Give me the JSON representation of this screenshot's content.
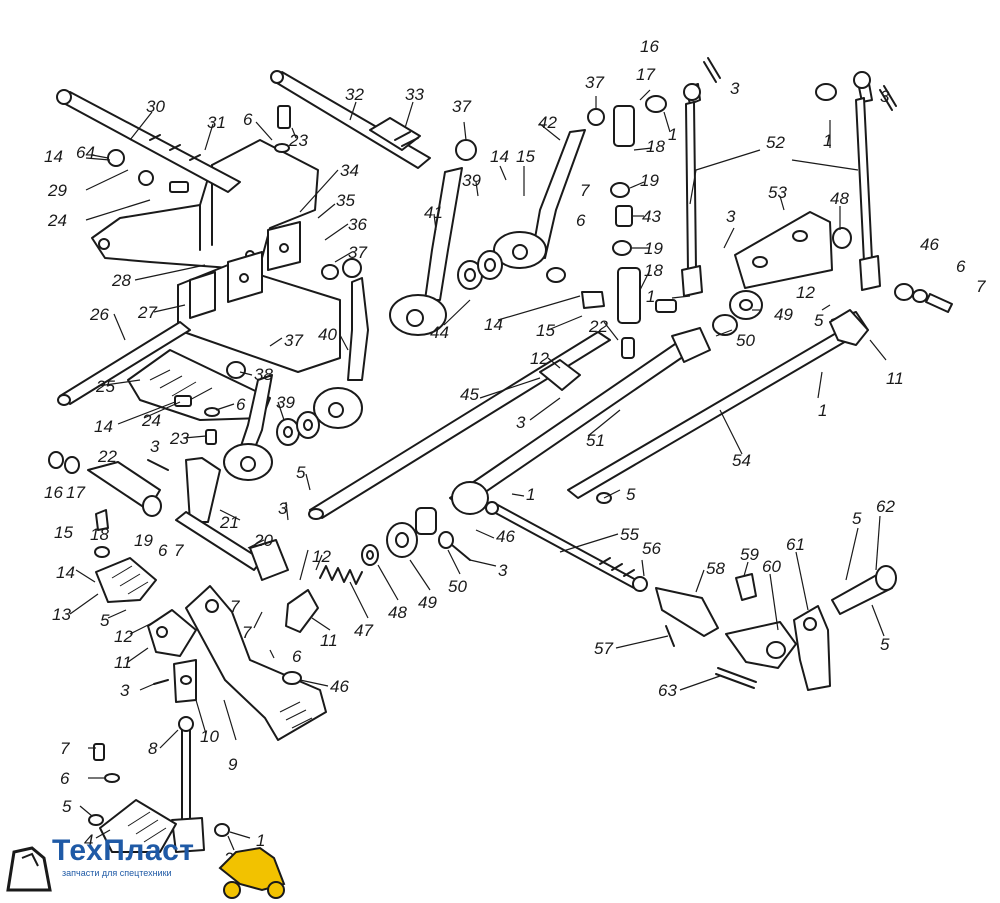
{
  "diagram": {
    "callouts": [
      "1",
      "2",
      "3",
      "4",
      "5",
      "6",
      "7",
      "8",
      "9",
      "10",
      "11",
      "12",
      "13",
      "14",
      "15",
      "16",
      "17",
      "18",
      "19",
      "20",
      "21",
      "22",
      "23",
      "24",
      "25",
      "26",
      "27",
      "28",
      "29",
      "30",
      "31",
      "32",
      "33",
      "34",
      "35",
      "36",
      "37",
      "38",
      "39",
      "40",
      "41",
      "42",
      "43",
      "44",
      "45",
      "46",
      "47",
      "48",
      "49",
      "50",
      "51",
      "52",
      "53",
      "54",
      "55",
      "56",
      "57",
      "58",
      "59",
      "60",
      "61",
      "62",
      "63",
      "64"
    ]
  },
  "logo": {
    "name": "ТехПласт",
    "tagline": "запчасти для спецтехники",
    "accent": "#1f5aa6",
    "bucket_color": "#f2c200"
  }
}
